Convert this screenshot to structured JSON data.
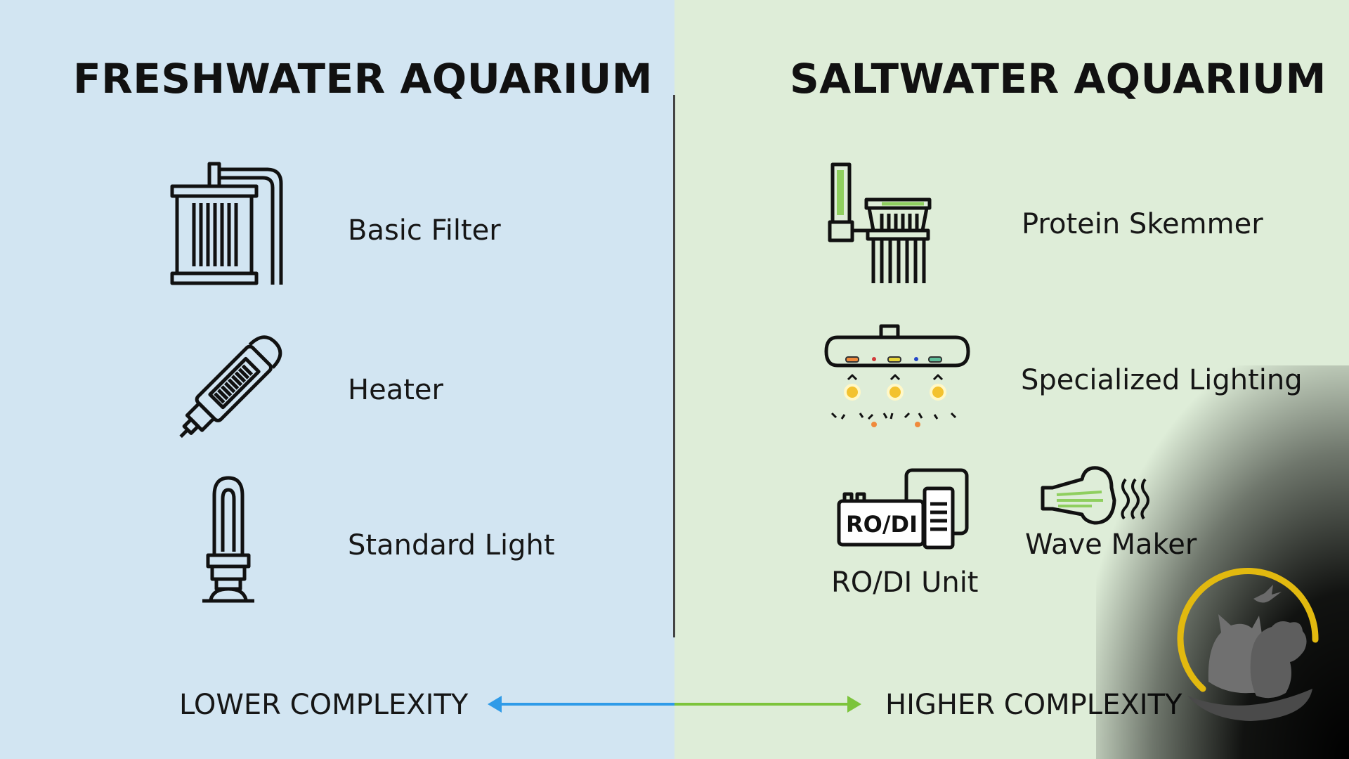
{
  "left_panel": {
    "title": "FRESHWATER AQUARIUM",
    "items": [
      {
        "label": "Basic Filter",
        "icon": "filter-icon"
      },
      {
        "label": "Heater",
        "icon": "heater-icon"
      },
      {
        "label": "Standard Light",
        "icon": "light-bulb-icon"
      }
    ]
  },
  "right_panel": {
    "title": "SALTWATER AQUARIUM",
    "items": [
      {
        "label": "Protein Skemmer",
        "icon": "protein-skimmer-icon"
      },
      {
        "label": "Specialized Lighting",
        "icon": "led-light-fixture-icon"
      },
      {
        "label": "RO/DI Unit",
        "icon": "rodi-unit-icon",
        "icon_text": "RO/DI"
      },
      {
        "label": "Wave Maker",
        "icon": "wave-maker-icon"
      }
    ]
  },
  "scale": {
    "low_label": "LOWER COMPLEXITY",
    "high_label": "HIGHER COMPLEXITY"
  },
  "colors": {
    "freshwater_background": "#d2e5f2",
    "saltwater_background": "#deedd8",
    "arrow_blue": "#2f9be8",
    "arrow_green": "#7cc43b",
    "logo_ring": "#e2b90f"
  }
}
